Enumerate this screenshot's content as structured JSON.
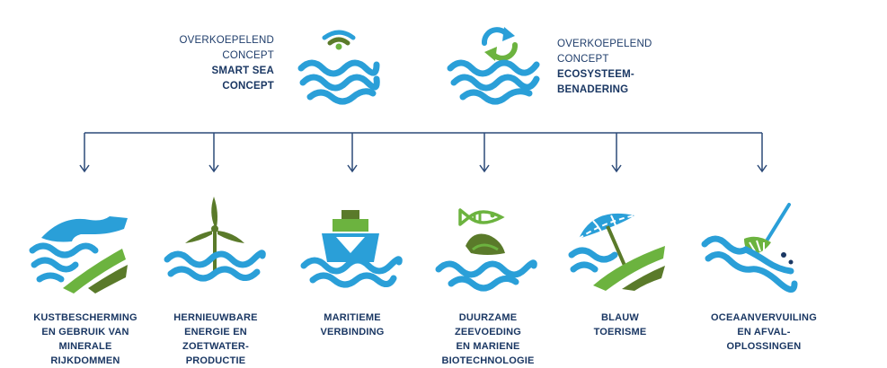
{
  "concepts": [
    {
      "line1": "OVERKOEPELEND",
      "line2": "CONCEPT",
      "line3": "SMART SEA",
      "line4": "CONCEPT",
      "icon": "wifi-wave-icon"
    },
    {
      "line1": "OVERKOEPELEND",
      "line2": "CONCEPT",
      "line3": "ECOSYSTEEM-",
      "line4": "BENADERING",
      "icon": "recycle-wave-icon"
    }
  ],
  "sectors": [
    {
      "lines": [
        "KUSTBESCHERMING",
        "EN GEBRUIK VAN",
        "MINERALE",
        "RIJKDOMMEN"
      ],
      "icon": "hand-coast-icon"
    },
    {
      "lines": [
        "HERNIEUWBARE",
        "ENERGIE EN",
        "ZOETWATER-",
        "PRODUCTIE"
      ],
      "icon": "wind-turbine-icon"
    },
    {
      "lines": [
        "MARITIEME",
        "VERBINDING"
      ],
      "icon": "ship-icon"
    },
    {
      "lines": [
        "DUURZAME",
        "ZEEVOEDING",
        "EN MARIENE",
        "BIOTECHNOLOGIE"
      ],
      "icon": "fish-mussel-icon"
    },
    {
      "lines": [
        "BLAUW",
        "TOERISME"
      ],
      "icon": "beach-umbrella-icon"
    },
    {
      "lines": [
        "OCEAANVERVUILING",
        "EN AFVAL-",
        "OPLOSSINGEN"
      ],
      "icon": "broom-wave-icon"
    }
  ],
  "colors": {
    "wave_blue": "#2a9fd8",
    "green": "#6cb33f",
    "dark_green": "#5a7a2a",
    "navy": "#1a3763",
    "connector": "#2c4a78"
  }
}
